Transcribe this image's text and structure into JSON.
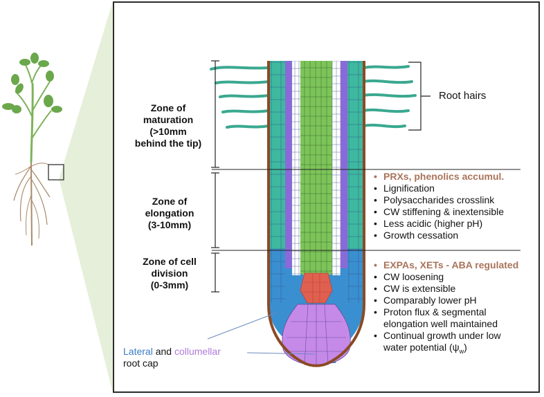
{
  "zones": {
    "maturation": [
      "Zone of",
      "maturation",
      "(>10mm",
      "behind the tip)"
    ],
    "elongation": [
      "Zone of",
      "elongation",
      "(3-10mm)"
    ],
    "division": [
      "Zone of cell",
      "division",
      "(0-3mm)"
    ]
  },
  "root_hairs_label": "Root hairs",
  "elongation_notes": {
    "heading": "PRXs, phenolics accumul.",
    "items": [
      "Lignification",
      "Polysaccharides crosslink",
      "CW stiffening & inextensible",
      "Less acidic (higher pH)",
      "Growth cessation"
    ]
  },
  "division_notes": {
    "heading": "EXPAs, XETs - ABA regulated",
    "items": [
      "CW loosening",
      "CW is extensible",
      "Comparably lower pH",
      "Proton flux & segmental",
      "elongation well maintained",
      "Continual growth under low",
      "water potential (ψᵥᵥ)"
    ]
  },
  "cap_label": {
    "lateral": "Lateral",
    "and": " and ",
    "collumellar": "collumellar",
    "rest": "root cap"
  },
  "colors": {
    "teal": "#3fb8a0",
    "blue": "#3a8fd0",
    "green": "#7cc45a",
    "purple": "#8a6ad8",
    "red": "#e06050",
    "lavender": "#c58ae8",
    "outline": "#8b4a24",
    "highlight_text": "#a9735a"
  }
}
